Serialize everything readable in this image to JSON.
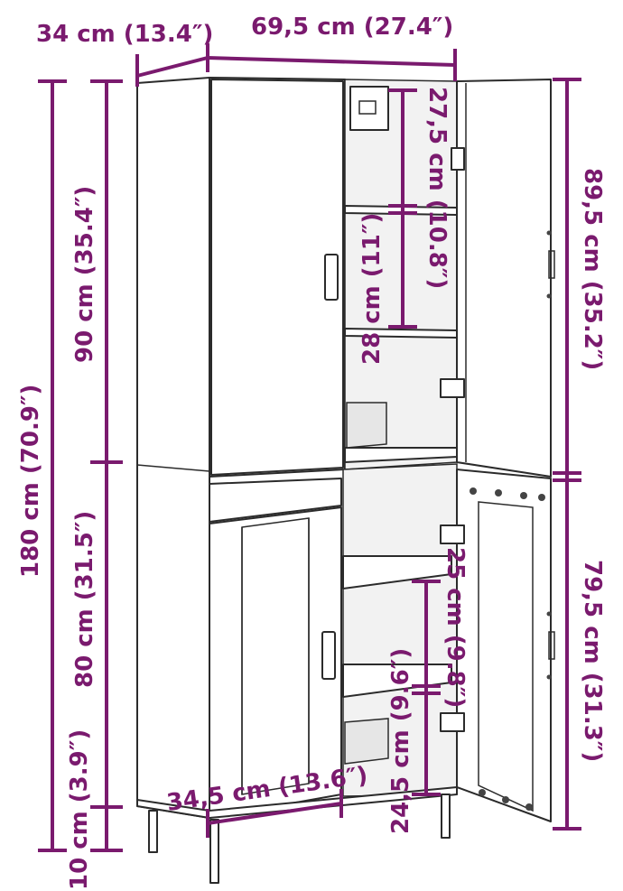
{
  "dimensions": {
    "depth": "34 cm (13.4″)",
    "width": "69,5 cm (27.4″)",
    "total_height": "180 cm (70.9″)",
    "top_section_height": "90 cm (35.4″)",
    "bottom_section_height": "80 cm (31.5″)",
    "leg_height": "10 cm (3.9″)",
    "upper_compartment": "27,5 cm (10.8″)",
    "middle_compartment": "28 cm (11″)",
    "top_door_height": "89,5 cm (35.2″)",
    "bottom_door_height": "79,5 cm (31.3″)",
    "lower_shelf_upper": "25 cm (9.8″)",
    "lower_shelf_lower": "24,5 cm (9.6″)",
    "inner_width": "34,5 cm (13.6″)"
  },
  "colors": {
    "dimension": "#7a1a6e",
    "outline": "#2b2b2b"
  }
}
